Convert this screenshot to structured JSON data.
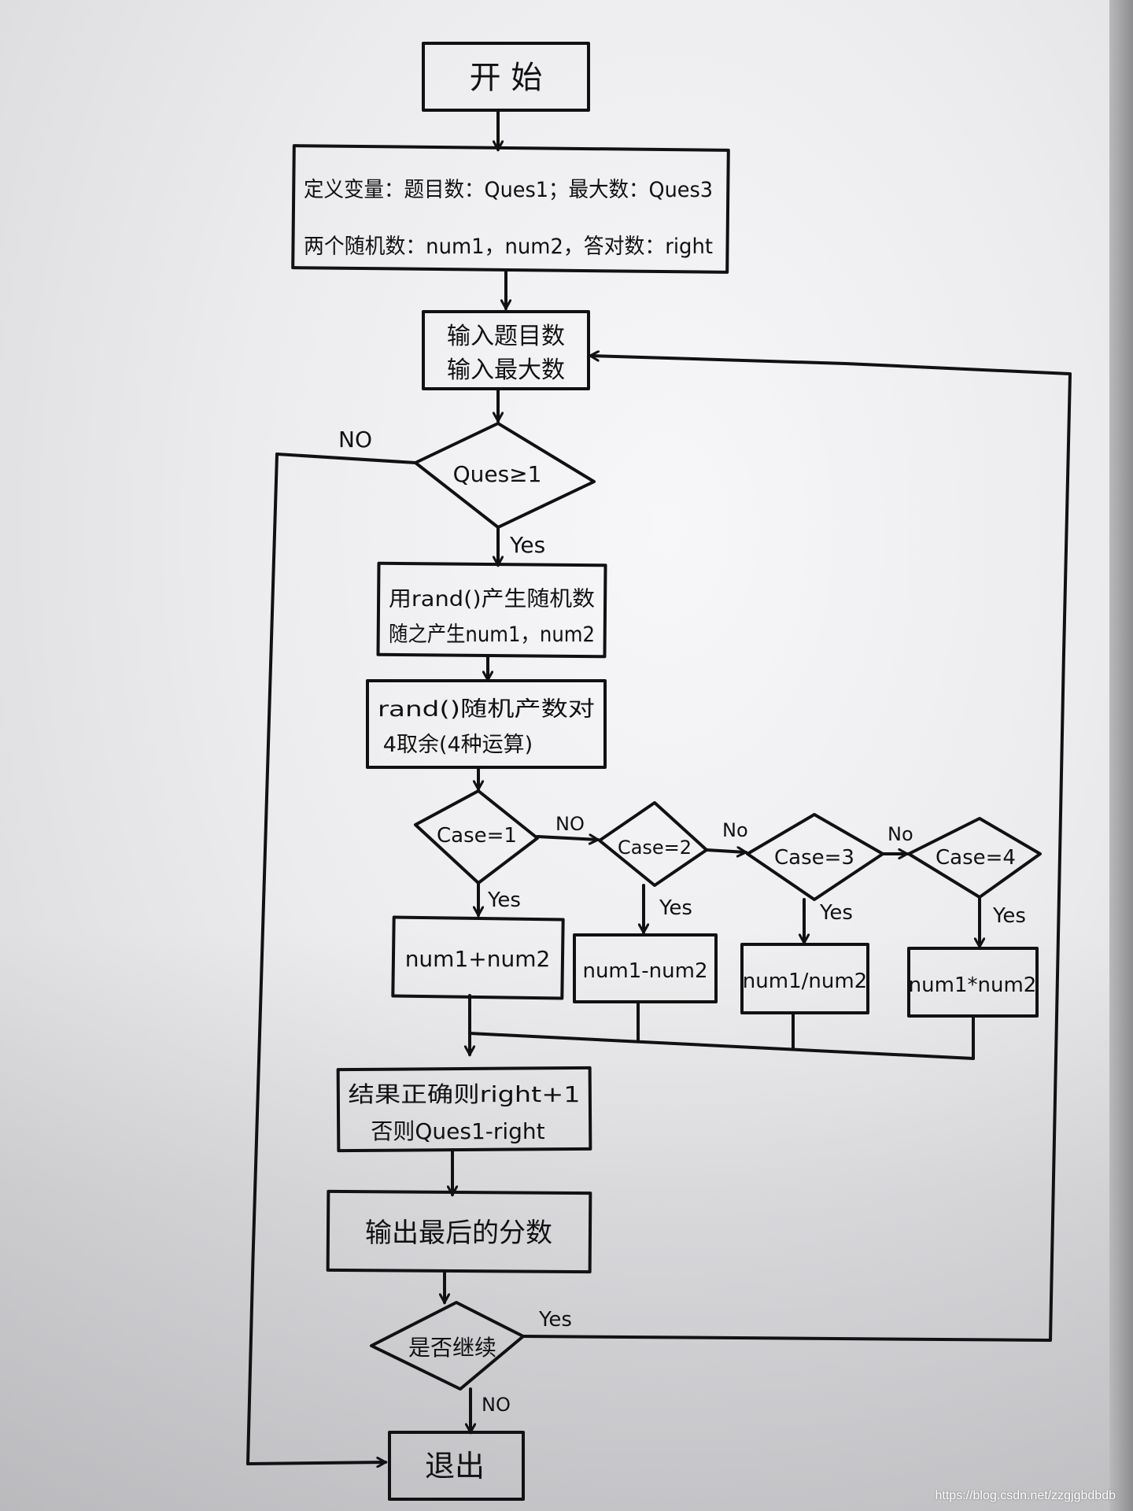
{
  "flowchart": {
    "start": "开 始",
    "define_line1": "定义变量：题目数：Ques1；最大数：Ques3",
    "define_line2": "两个随机数：num1，num2，答对数：right",
    "input_line1": "输入题目数",
    "input_line2": "输入最大数",
    "cond_ques": "Ques≥1",
    "rand_line1": "用rand()产生随机数",
    "rand_line2": "随之产生num1，num2",
    "op_line1": "rand()随机产数对",
    "op_line2": "4取余(4种运算)",
    "case1": "Case=1",
    "case2": "Case=2",
    "case3": "Case=3",
    "case4": "Case=4",
    "op1": "num1+num2",
    "op2": "num1-num2",
    "op3": "num1/num2",
    "op4": "num1*num2",
    "check_line1": "结果正确则right+1",
    "check_line2": "否则Ques1-right",
    "output": "输出最后的分数",
    "cond_continue": "是否继续",
    "exit": "退出",
    "yes": "Yes",
    "no": "NO",
    "no_lower": "No"
  },
  "watermark": "https://blog.csdn.net/zzgjgbdbdb"
}
